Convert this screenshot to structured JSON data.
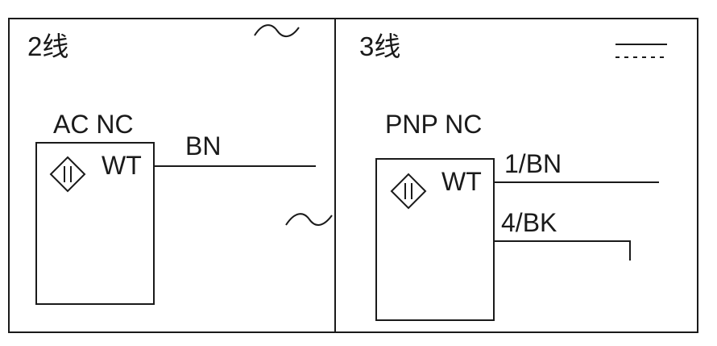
{
  "panels": {
    "left": {
      "title": "2线",
      "supply_symbol": "ac-tilde-icon",
      "sensor_type": "AC NC",
      "device_label": "WT",
      "wires": [
        {
          "label": "BN"
        }
      ]
    },
    "right": {
      "title": "3线",
      "supply_symbol": "dc-line-icon",
      "sensor_type": "PNP NC",
      "device_label": "WT",
      "wires": [
        {
          "label": "1/BN"
        },
        {
          "label": "4/BK"
        }
      ]
    }
  },
  "colors": {
    "line": "#1a1a1a",
    "background": "#ffffff"
  }
}
